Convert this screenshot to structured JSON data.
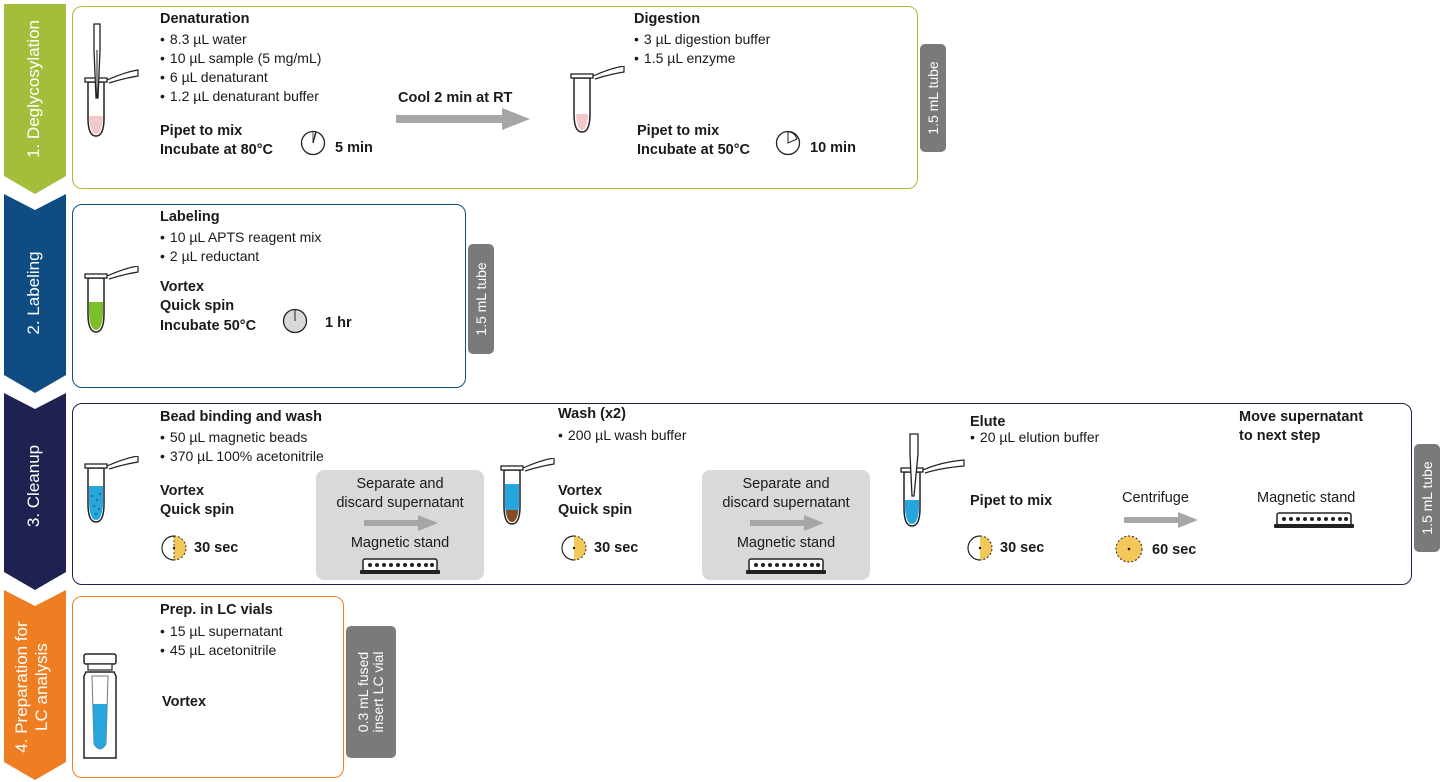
{
  "stages": [
    {
      "label": "1. Deglycosylation",
      "color": "#a3be3a",
      "border": "#a3be3a"
    },
    {
      "label": "2. Labeling",
      "color": "#0e4c82",
      "border": "#0e4c82"
    },
    {
      "label": "3. Cleanup",
      "color": "#1f2150",
      "border": "#1f2150"
    },
    {
      "label_line1": "4. Preparation for",
      "label_line2": "LC analysis",
      "color": "#ef7d22",
      "border": "#ef7d22"
    }
  ],
  "deglyco": {
    "denaturation": {
      "title": "Denaturation",
      "items": [
        "8.3 µL water",
        "10 µL sample (5 mg/mL)",
        "6 µL denaturant",
        "1.2 µL denaturant buffer"
      ],
      "pipet": "Pipet to mix",
      "incubate": "Incubate at 80°C",
      "time": "5 min"
    },
    "arrow_label": "Cool 2 min at RT",
    "digestion": {
      "title": "Digestion",
      "items": [
        "3 µL digestion buffer",
        "1.5 µL enzyme"
      ],
      "pipet": "Pipet to mix",
      "incubate": "Incubate at 50°C",
      "time": "10 min"
    },
    "tube_tab": "1.5 mL tube"
  },
  "labeling": {
    "title": "Labeling",
    "items": [
      "10 µL APTS reagent mix",
      "2 µL reductant"
    ],
    "vortex": "Vortex",
    "spin": "Quick spin",
    "incubate": "Incubate 50°C",
    "time": "1 hr",
    "tube_tab": "1.5 mL tube"
  },
  "cleanup": {
    "bead": {
      "title": "Bead binding and wash",
      "items": [
        "50 µL magnetic beads",
        "370 µL 100% acetonitrile"
      ],
      "vortex": "Vortex",
      "spin": "Quick spin",
      "time": "30 sec"
    },
    "sep1": {
      "line1": "Separate and",
      "line2": "discard supernatant",
      "stand": "Magnetic stand"
    },
    "wash": {
      "title": "Wash (x2)",
      "items": [
        "200 µL wash buffer"
      ],
      "vortex": "Vortex",
      "spin": "Quick spin",
      "time": "30 sec"
    },
    "sep2": {
      "line1": "Separate and",
      "line2": "discard supernatant",
      "stand": "Magnetic stand"
    },
    "elute": {
      "title": "Elute",
      "items": [
        "20 µL elution buffer"
      ],
      "pipet": "Pipet to mix",
      "time": "30 sec"
    },
    "centrifuge": {
      "label": "Centrifuge",
      "time": "60 sec"
    },
    "move": {
      "line1": "Move supernatant",
      "line2": "to next step",
      "stand": "Magnetic stand"
    },
    "tube_tab": "1.5 mL tube"
  },
  "prep": {
    "title": "Prep. in LC vials",
    "items": [
      "15 µL supernatant",
      "45 µL acetonitrile"
    ],
    "vortex": "Vortex",
    "vial_tab_line1": "0.3 mL fused",
    "vial_tab_line2": "insert LC vial"
  },
  "colors": {
    "timer_fill": "#f3c75a",
    "gray_arrow": "#a6a6a6",
    "pink": "#f2c7c9",
    "green": "#7cbf2a",
    "blue": "#27a6de"
  }
}
